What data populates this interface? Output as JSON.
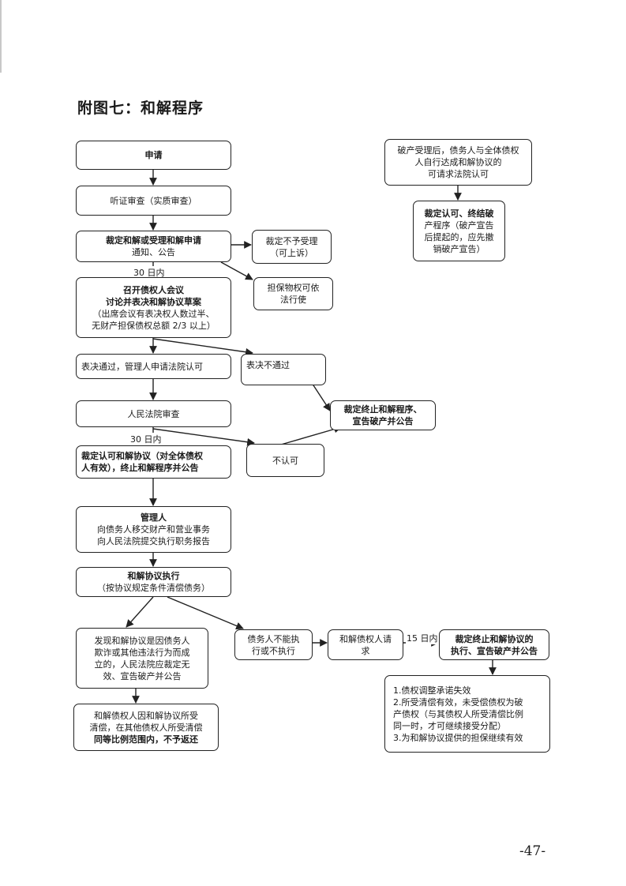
{
  "title": "附图七：和解程序",
  "page_number": "-47-",
  "nodes": {
    "apply": "申请",
    "hearing": "听证审查（实质审查）",
    "ruling_accept": [
      "裁定和解或受理和解申请",
      "通知、公告"
    ],
    "reject": [
      "裁定不予受理",
      "（可上诉）"
    ],
    "secured": [
      "担保物权可依",
      "法行使"
    ],
    "meeting": [
      "召开债权人会议",
      "讨论并表决和解协议草案",
      "（出席会议有表决权人数过半、",
      "无财产担保债权总额 2/3 以上）"
    ],
    "vote_pass": "表决通过，管理人申请法院认可",
    "vote_fail": "表决不通过",
    "court_review": "人民法院审查",
    "terminate": [
      "裁定终止和解程序、",
      "宣告破产并公告"
    ],
    "approve": [
      "裁定认可和解协议（对全体债权",
      "人有效），终止和解程序并公告"
    ],
    "not_approved": "不认可",
    "administrator": [
      "管理人",
      "向债务人移交财产和营业事务",
      "向人民法院提交执行职务报告"
    ],
    "execution": [
      "和解协议执行",
      "（按协议规定条件清偿债务）"
    ],
    "fraud": [
      "发现和解协议是因债务人",
      "欺诈或其他违法行为而成",
      "立的，人民法院应裁定无",
      "效、宣告破产并公告"
    ],
    "no_return": [
      "和解债权人因和解协议所受",
      "清偿，在其他债权人所受清偿",
      "同等比例范围内，不予返还"
    ],
    "cannot_execute": [
      "债务人不能执",
      "行或不执行"
    ],
    "creditor_request": [
      "和解债权人请",
      "求"
    ],
    "terminate_agreement": [
      "裁定终止和解协议的",
      "执行、宣告破产并公告"
    ],
    "effects": [
      "1.债权调整承诺失效",
      "2.所受清偿有效，未受偿债权为破",
      "产债权（与其债权人所受清偿比例",
      "同一时，才可继续接受分配）",
      "3.为和解协议提供的担保继续有效"
    ],
    "self_settle": [
      "破产受理后，债务人与全体债权",
      "人自行达成和解协议的",
      "可请求法院认可"
    ],
    "ruling_end": [
      "裁定认可、终结破",
      "产程序（破产宣告",
      "后提起的，应先撤",
      "销破产宣告）"
    ]
  },
  "labels": {
    "within_30_days_1": "30 日内",
    "within_30_days_2": "30 日内",
    "within_15_days": "15 日内"
  }
}
